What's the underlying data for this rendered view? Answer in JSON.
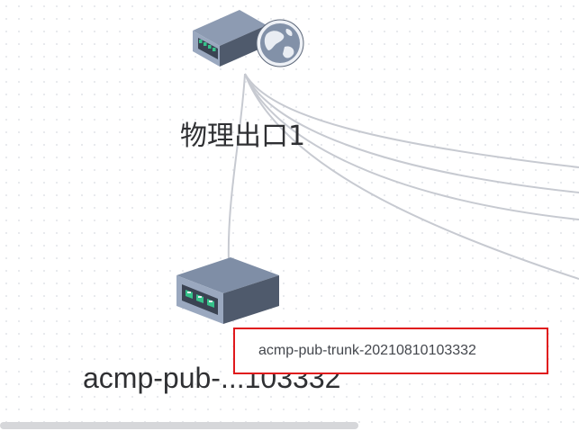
{
  "topology": {
    "nodes": [
      {
        "id": "exit",
        "label": "物理出口1",
        "icon": "router-globe-icon"
      },
      {
        "id": "trunk",
        "label": "acmp-pub-...103332",
        "icon": "switch-icon"
      }
    ],
    "tooltip": {
      "text": "acmp-pub-trunk-20210810103332"
    }
  },
  "colors": {
    "link": "#c7cad1",
    "tooltip_border": "#e0191c",
    "device_top": "#7f8ea6",
    "device_side": "#4f5a6c",
    "port_green": "#36c28a"
  }
}
